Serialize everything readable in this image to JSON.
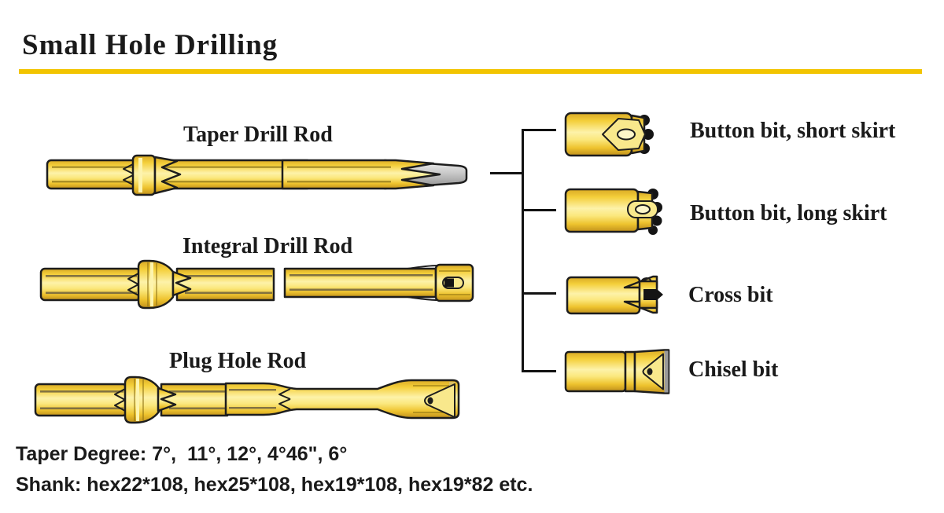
{
  "title": "Small Hole Drilling",
  "rods": [
    {
      "label": "Taper Drill Rod"
    },
    {
      "label": "Integral Drill Rod"
    },
    {
      "label": "Plug Hole Rod"
    }
  ],
  "bits": [
    {
      "label": "Button bit, short skirt"
    },
    {
      "label": "Button bit, long skirt"
    },
    {
      "label": "Cross bit"
    },
    {
      "label": "Chisel bit"
    }
  ],
  "footer": {
    "taper_degree": "Taper Degree: 7°,  11°, 12°, 4°46\", 6°",
    "shank": "Shank: hex22*108, hex25*108, hex19*108, hex19*82 etc."
  },
  "colors": {
    "accent_underline": "#f2c400",
    "rod_gold": "#f2ca33",
    "tip_gray": "#c9c9c9",
    "outline": "#1d1d1d"
  }
}
